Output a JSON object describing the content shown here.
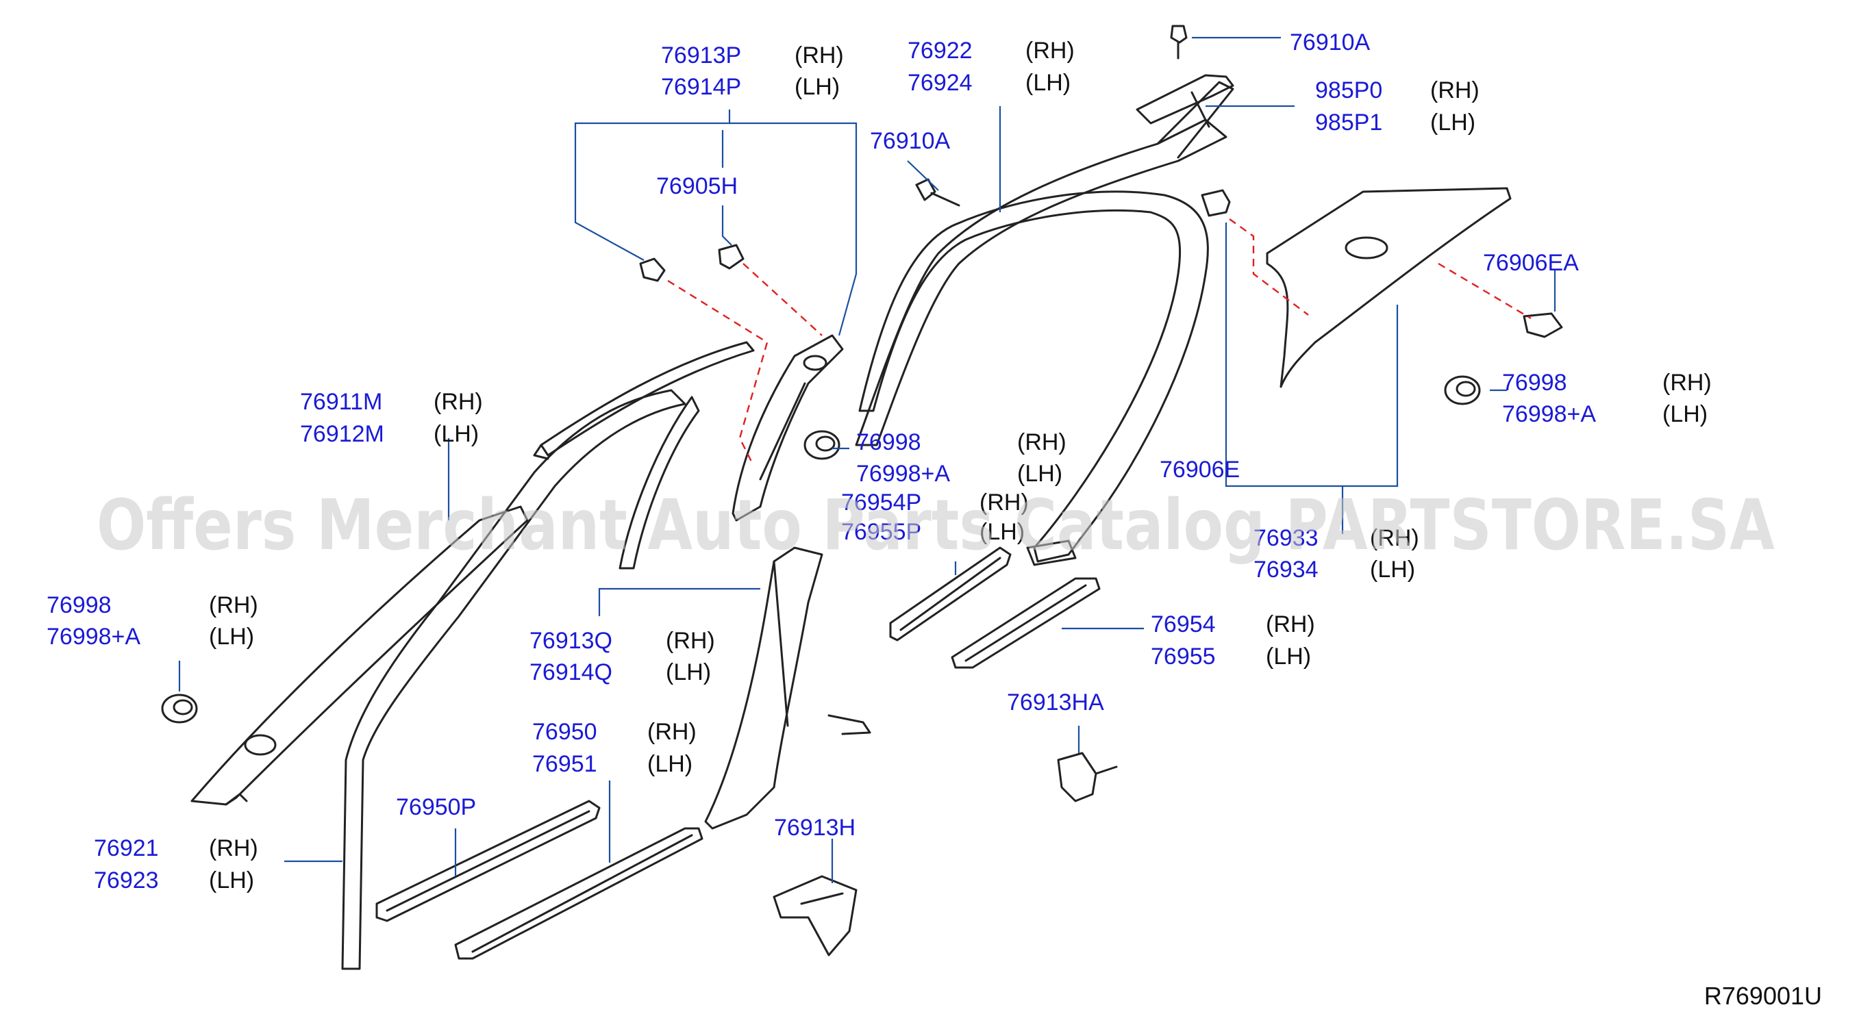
{
  "watermark": "Offers Merchant Auto Parts Catalog PARTSTORE.SA",
  "diagram_code": "R769001U",
  "callouts": [
    {
      "id": "c-76913p",
      "lines": [
        {
          "part": "76913P",
          "side": "(RH)"
        },
        {
          "part": "76914P",
          "side": "(LH)"
        }
      ]
    },
    {
      "id": "c-76922",
      "lines": [
        {
          "part": "76922",
          "side": "(RH)"
        },
        {
          "part": "76924",
          "side": "(LH)"
        }
      ]
    },
    {
      "id": "c-76910a-t",
      "lines": [
        {
          "part": "76910A",
          "side": ""
        }
      ]
    },
    {
      "id": "c-985p0",
      "lines": [
        {
          "part": "985P0",
          "side": "(RH)"
        },
        {
          "part": "985P1",
          "side": "(LH)"
        }
      ]
    },
    {
      "id": "c-76910a-m",
      "lines": [
        {
          "part": "76910A",
          "side": ""
        }
      ]
    },
    {
      "id": "c-76905h",
      "lines": [
        {
          "part": "76905H",
          "side": ""
        }
      ]
    },
    {
      "id": "c-76906ea",
      "lines": [
        {
          "part": "76906EA",
          "side": ""
        }
      ]
    },
    {
      "id": "c-76998-r",
      "lines": [
        {
          "part": "76998",
          "side": "(RH)"
        },
        {
          "part": "76998+A",
          "side": "(LH)"
        }
      ]
    },
    {
      "id": "c-76911m",
      "lines": [
        {
          "part": "76911M",
          "side": "(RH)"
        },
        {
          "part": "76912M",
          "side": "(LH)"
        }
      ]
    },
    {
      "id": "c-76998-c",
      "lines": [
        {
          "part": "76998",
          "side": "(RH)"
        },
        {
          "part": "76998+A",
          "side": "(LH)"
        },
        {
          "part": "76954P",
          "side": "(RH)"
        },
        {
          "part": "76955P",
          "side": "(LH)"
        }
      ]
    },
    {
      "id": "c-76906e",
      "lines": [
        {
          "part": "76906E",
          "side": ""
        }
      ]
    },
    {
      "id": "c-76933",
      "lines": [
        {
          "part": "76933",
          "side": "(RH)"
        },
        {
          "part": "76934",
          "side": "(LH)"
        }
      ]
    },
    {
      "id": "c-76998-l",
      "lines": [
        {
          "part": "76998",
          "side": "(RH)"
        },
        {
          "part": "76998+A",
          "side": "(LH)"
        }
      ]
    },
    {
      "id": "c-76913q",
      "lines": [
        {
          "part": "76913Q",
          "side": "(RH)"
        },
        {
          "part": "76914Q",
          "side": "(LH)"
        }
      ]
    },
    {
      "id": "c-76954",
      "lines": [
        {
          "part": "76954",
          "side": "(RH)"
        },
        {
          "part": "76955",
          "side": "(LH)"
        }
      ]
    },
    {
      "id": "c-76913ha",
      "lines": [
        {
          "part": "76913HA",
          "side": ""
        }
      ]
    },
    {
      "id": "c-76950",
      "lines": [
        {
          "part": "76950",
          "side": "(RH)"
        },
        {
          "part": "76951",
          "side": "(LH)"
        }
      ]
    },
    {
      "id": "c-76950p",
      "lines": [
        {
          "part": "76950P",
          "side": ""
        }
      ]
    },
    {
      "id": "c-76913h",
      "lines": [
        {
          "part": "76913H",
          "side": ""
        }
      ]
    },
    {
      "id": "c-76921",
      "lines": [
        {
          "part": "76921",
          "side": "(RH)"
        },
        {
          "part": "76923",
          "side": "(LH)"
        }
      ]
    }
  ]
}
